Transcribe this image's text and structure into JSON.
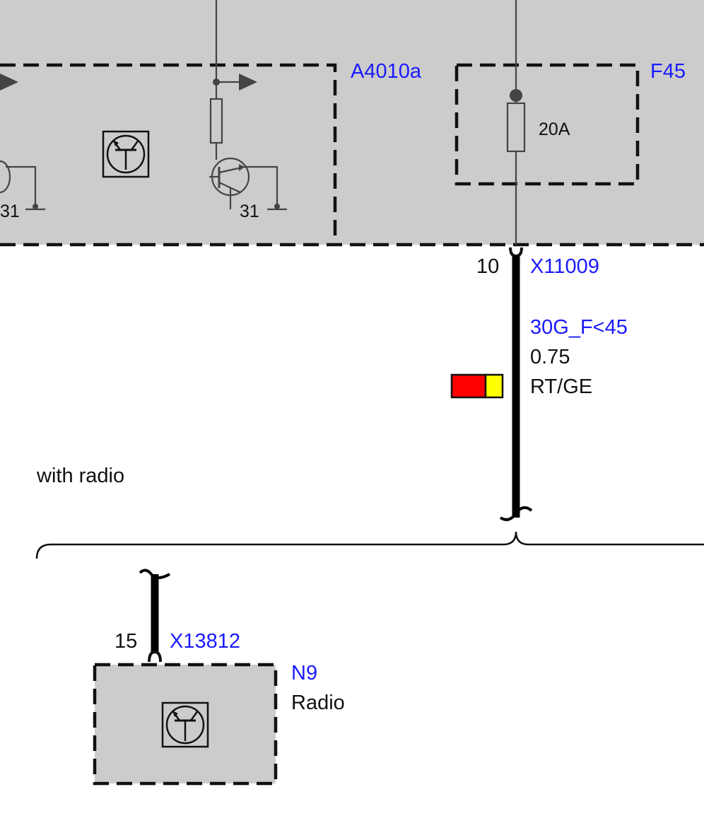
{
  "modules": {
    "main_unit": {
      "code": "A4010a",
      "ground_label_left": "31",
      "ground_label_right": "31"
    },
    "fuse": {
      "code": "F45",
      "rating": "20A"
    },
    "radio": {
      "code": "N9",
      "name": "Radio"
    }
  },
  "connectors": {
    "upper": {
      "code": "X11009",
      "pin": "10"
    },
    "lower": {
      "code": "X13812",
      "pin": "15"
    }
  },
  "wire": {
    "signal": "30G_F<45",
    "cross_section": "0.75",
    "color_code": "RT/GE",
    "colors": [
      "#ff0000",
      "#ffff00"
    ]
  },
  "option": {
    "label": "with radio"
  },
  "colors": {
    "module_fill": "#cccccc",
    "label_blue": "#1a1aff"
  }
}
